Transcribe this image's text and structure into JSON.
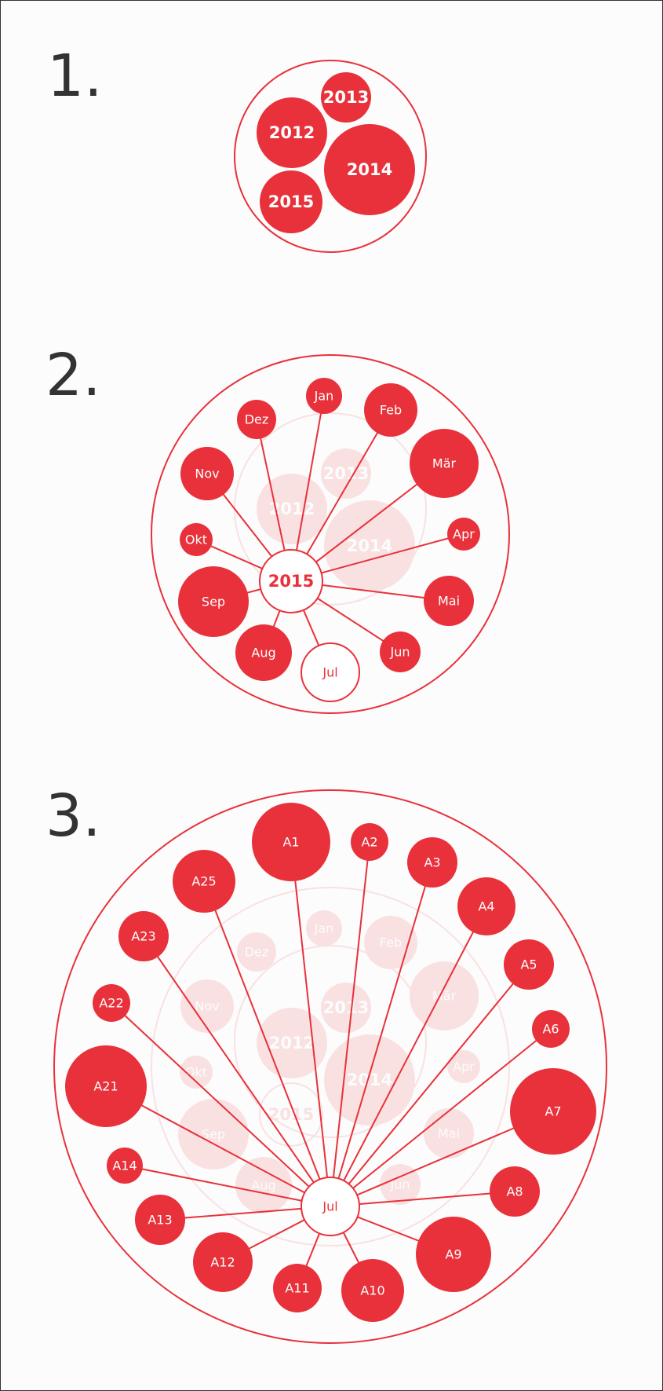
{
  "colors": {
    "accent": "#e8313a",
    "text_dark": "#333333",
    "background": "#fcfcfc"
  },
  "steps": [
    {
      "number": "1."
    },
    {
      "number": "2."
    },
    {
      "number": "3."
    }
  ],
  "level1": {
    "bubbles": [
      {
        "label": "2013",
        "emphasis": "small"
      },
      {
        "label": "2012",
        "emphasis": "medium"
      },
      {
        "label": "2014",
        "emphasis": "large"
      },
      {
        "label": "2015",
        "emphasis": "medium"
      }
    ]
  },
  "level2": {
    "hub": {
      "label": "2015"
    },
    "spokes": [
      {
        "label": "Jan",
        "filled": true
      },
      {
        "label": "Feb",
        "filled": true
      },
      {
        "label": "Mär",
        "filled": true
      },
      {
        "label": "Apr",
        "filled": true
      },
      {
        "label": "Mai",
        "filled": true
      },
      {
        "label": "Jun",
        "filled": true
      },
      {
        "label": "Jul",
        "filled": false
      },
      {
        "label": "Aug",
        "filled": true
      },
      {
        "label": "Sep",
        "filled": true
      },
      {
        "label": "Okt",
        "filled": true
      },
      {
        "label": "Nov",
        "filled": true
      },
      {
        "label": "Dez",
        "filled": true
      }
    ]
  },
  "level3": {
    "hub": {
      "label": "Jul"
    },
    "spokes": [
      {
        "label": "A1"
      },
      {
        "label": "A2"
      },
      {
        "label": "A3"
      },
      {
        "label": "A4"
      },
      {
        "label": "A5"
      },
      {
        "label": "A6"
      },
      {
        "label": "A7"
      },
      {
        "label": "A8"
      },
      {
        "label": "A9"
      },
      {
        "label": "A10"
      },
      {
        "label": "A11"
      },
      {
        "label": "A12"
      },
      {
        "label": "A13"
      },
      {
        "label": "A14"
      },
      {
        "label": "A21"
      },
      {
        "label": "A22"
      },
      {
        "label": "A23"
      },
      {
        "label": "A25"
      }
    ]
  }
}
